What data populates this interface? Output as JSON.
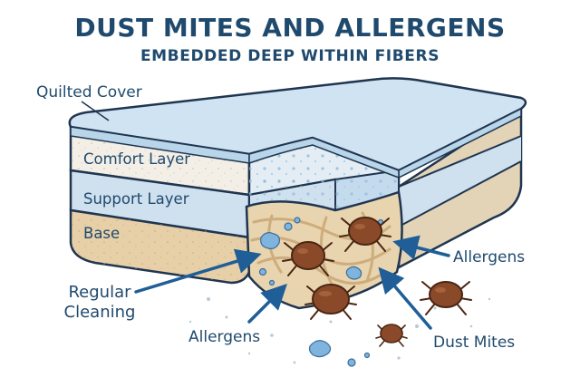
{
  "header": {
    "title": "DUST MITES AND ALLERGENS",
    "subtitle": "EMBEDDED DEEP WITHIN FIBERS"
  },
  "layers": {
    "quilted_cover": "Quilted Cover",
    "comfort_layer": "Comfort Layer",
    "support_layer": "Support Layer",
    "base": "Base"
  },
  "callouts": {
    "cleaning_line1": "Regular",
    "cleaning_line2": "Cleaning",
    "allergens_right": "Allergens",
    "allergens_bottom": "Allergens",
    "dust_mites": "Dust Mites"
  },
  "colors": {
    "navy": "#1f4a6e",
    "cover": "#cfe3f2",
    "comfort": "#f4efe6",
    "support": "#cfe0ee",
    "base": "#e7cfa8",
    "mite": "#8a4a2a",
    "allergen": "#7fb4de"
  }
}
